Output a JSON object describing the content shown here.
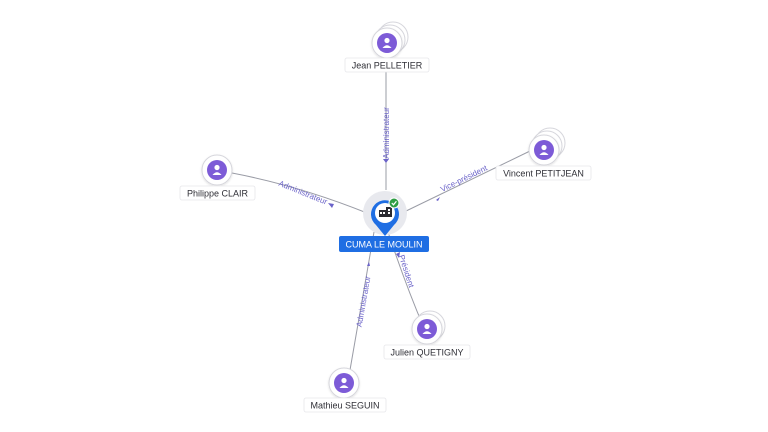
{
  "graph": {
    "center": {
      "label": "CUMA LE MOULIN",
      "icon": "building-icon",
      "status_icon": "check-icon",
      "status_color": "#2f9e44",
      "color": "#1f6ee3"
    },
    "people": [
      {
        "id": "jean",
        "name": "Jean PELLETIER",
        "role": "Administrateur",
        "icon": "person-icon"
      },
      {
        "id": "philippe",
        "name": "Philippe CLAIR",
        "role": "Administrateur",
        "icon": "person-icon"
      },
      {
        "id": "vincent",
        "name": "Vincent PETITJEAN",
        "role": "Vice-président",
        "icon": "person-icon"
      },
      {
        "id": "julien",
        "name": "Julien QUETIGNY",
        "role": "Président",
        "icon": "person-icon"
      },
      {
        "id": "mathieu",
        "name": "Mathieu SEGUIN",
        "role": "Administrateur",
        "icon": "person-icon"
      }
    ],
    "colors": {
      "person": "#7d5bd7",
      "edge_label": "#6b63c9",
      "edge": "#9a9ca6"
    }
  }
}
